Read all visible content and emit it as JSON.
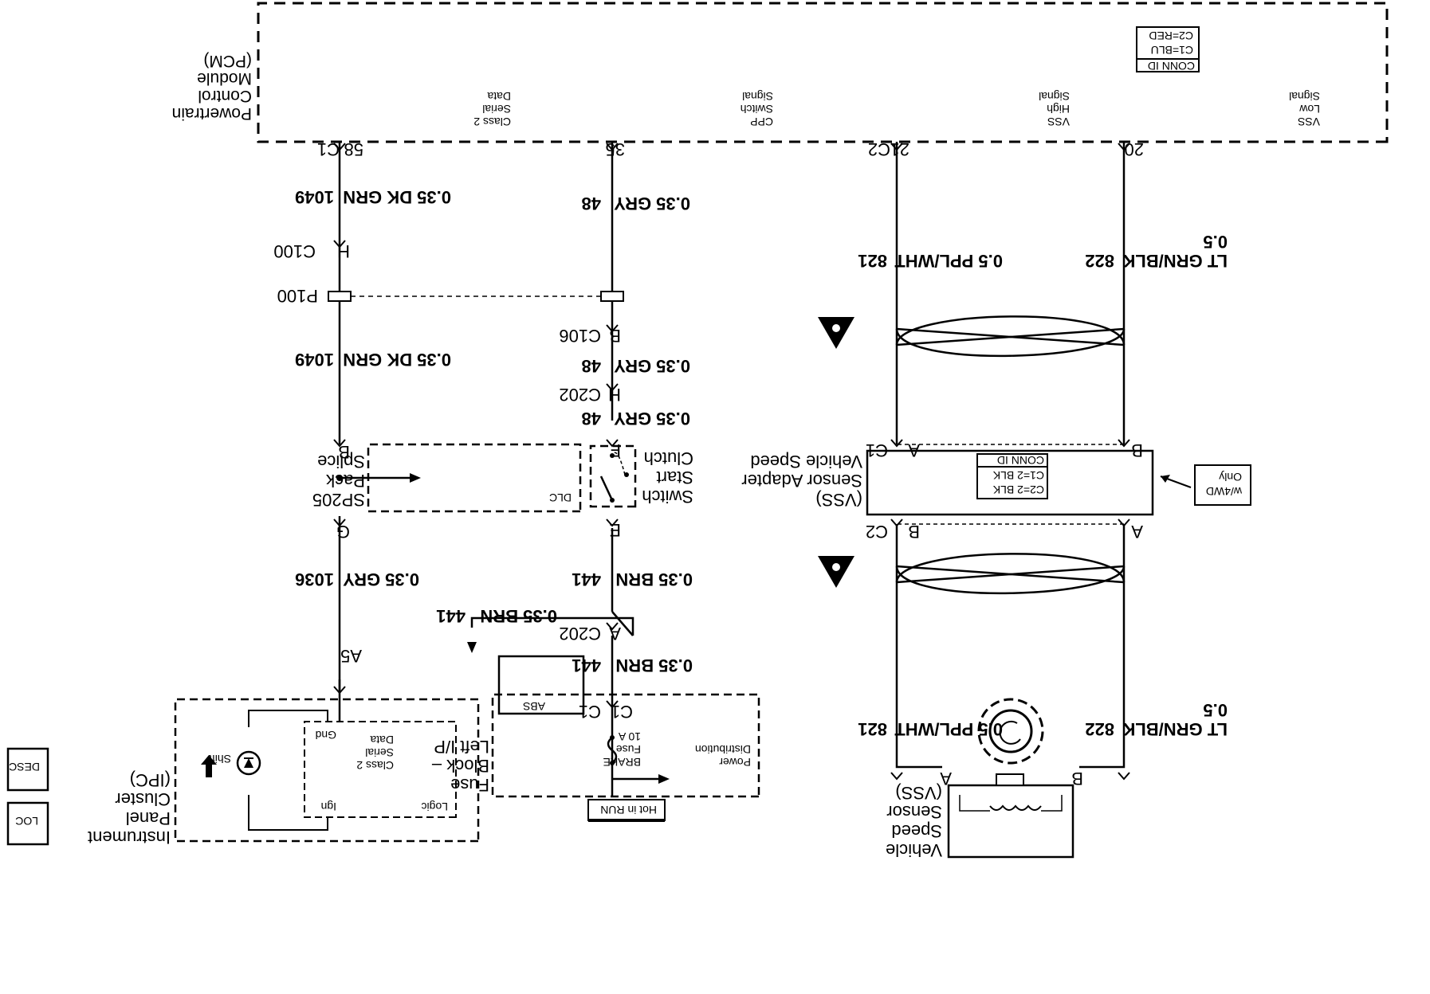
{
  "pcm": {
    "title_lines": [
      "Powertrain",
      "Control",
      "Module",
      "(PCM)"
    ],
    "conn_id": {
      "header": "CONN ID",
      "lines": [
        "C1=BLU",
        "C2=RED"
      ]
    },
    "signals": {
      "vss_low": [
        "VSS",
        "Low",
        "Signal"
      ],
      "vss_high": [
        "VSS",
        "High",
        "Signal"
      ],
      "cpp": [
        "CPP",
        "Switch",
        "Signal"
      ],
      "class2": [
        "Class 2",
        "Serial",
        "Data"
      ]
    },
    "pins": {
      "p20": "20",
      "p21": "21",
      "c2": "C2",
      "p35": "35",
      "p58": "58",
      "c1": "C1"
    }
  },
  "wires": {
    "ltgrn_upper": {
      "size": "0.5",
      "color": "LT GRN/BLK",
      "circuit": "822"
    },
    "ppl_upper": {
      "color": "0.5 PPL/WHT",
      "circuit": "821"
    },
    "gry_1": {
      "color": "0.35 GRY",
      "circuit": "48"
    },
    "dkgrn_1": {
      "color": "0.35 DK GRN",
      "circuit": "1049"
    },
    "gry_2": {
      "color": "0.35 GRY",
      "circuit": "48"
    },
    "gry_3": {
      "color": "0.35 GRY",
      "circuit": "48"
    },
    "dkgrn_2": {
      "color": "0.35 DK GRN",
      "circuit": "1049"
    },
    "gry_4": {
      "color": "0.35 GRY",
      "circuit": "1036"
    },
    "brn_1": {
      "color": "0.35 BRN",
      "circuit": "441"
    },
    "brn_abs": {
      "color": "0.35 BRN",
      "circuit": "441"
    },
    "brn_2": {
      "color": "0.35 BRN",
      "circuit": "441"
    },
    "ltgrn_lower": {
      "size": "0.5",
      "color": "LT GRN/BLK",
      "circuit": "822"
    },
    "ppl_lower": {
      "color": "0.5 PPL/WHT",
      "circuit": "821"
    }
  },
  "connectors": {
    "c100": {
      "pin": "H",
      "name": "C100"
    },
    "p100": "P100",
    "c106": {
      "pin": "B",
      "name": "C106"
    },
    "c202_h": {
      "pin": "H",
      "name": "C202"
    },
    "c202_a": {
      "pin": "A",
      "name": "C202"
    },
    "fuse_c1": {
      "pin": "C1",
      "name": "C1"
    },
    "clutch_f": "F",
    "clutch_e": "E",
    "splice_b": "B",
    "splice_g": "G",
    "ipc_a5": "A5",
    "vssa_top": {
      "a": "A",
      "c1": "C1",
      "b": "B"
    },
    "vssa_bottom": {
      "a": "A",
      "b": "B",
      "c2": "C2"
    },
    "vss_pins": {
      "a": "A",
      "b": "B"
    }
  },
  "components": {
    "vss_adapter": {
      "name": [
        "Vehicle Speed",
        "Sensor Adapter",
        "(VSS)"
      ],
      "conn_id": {
        "header": "CONN ID",
        "lines": [
          "C1=2 BLK",
          "C2=2 BLK"
        ]
      }
    },
    "w4wd_note": [
      "w/4WD",
      "Only"
    ],
    "clutch_switch": [
      "Clutch",
      "Start",
      "Switch"
    ],
    "splice_pack": [
      "Splice",
      "Pack",
      "SP205"
    ],
    "dlc": "DLC",
    "abs": "ABS",
    "fuse_block": {
      "name": [
        "Fuse",
        "Block –",
        "Left I/P"
      ],
      "power": [
        "Power",
        "Distribution"
      ],
      "fuse": [
        "BRAKE",
        "Fuse",
        "10 A"
      ],
      "hot": "Hot in RUN"
    },
    "ipc": {
      "name": [
        "Instrument",
        "Panel",
        "Cluster",
        "(IPC)"
      ],
      "logic": "Logic",
      "ign": "Ign",
      "class2": [
        "Class 2",
        "Serial",
        "Data"
      ],
      "gnd": "Gnd",
      "shift": "Shift"
    },
    "vss_sensor": [
      "Vehicle",
      "Speed",
      "Sensor",
      "(VSS)"
    ]
  },
  "corner_icons": {
    "desc": "DESC",
    "loc": "LOC"
  }
}
